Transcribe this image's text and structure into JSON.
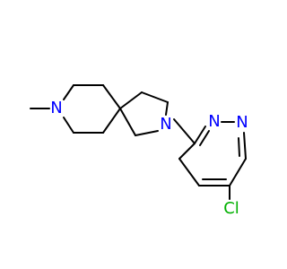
{
  "molecule": {
    "colors": {
      "bond": "#000000",
      "nitrogen": "#0000ff",
      "chlorine": "#00b000"
    },
    "atoms": {
      "n_piperidine": "N",
      "n_pyrrolidine": "N",
      "n_pyridazine_1": "N",
      "n_pyridazine_2": "N",
      "cl": "Cl"
    }
  }
}
